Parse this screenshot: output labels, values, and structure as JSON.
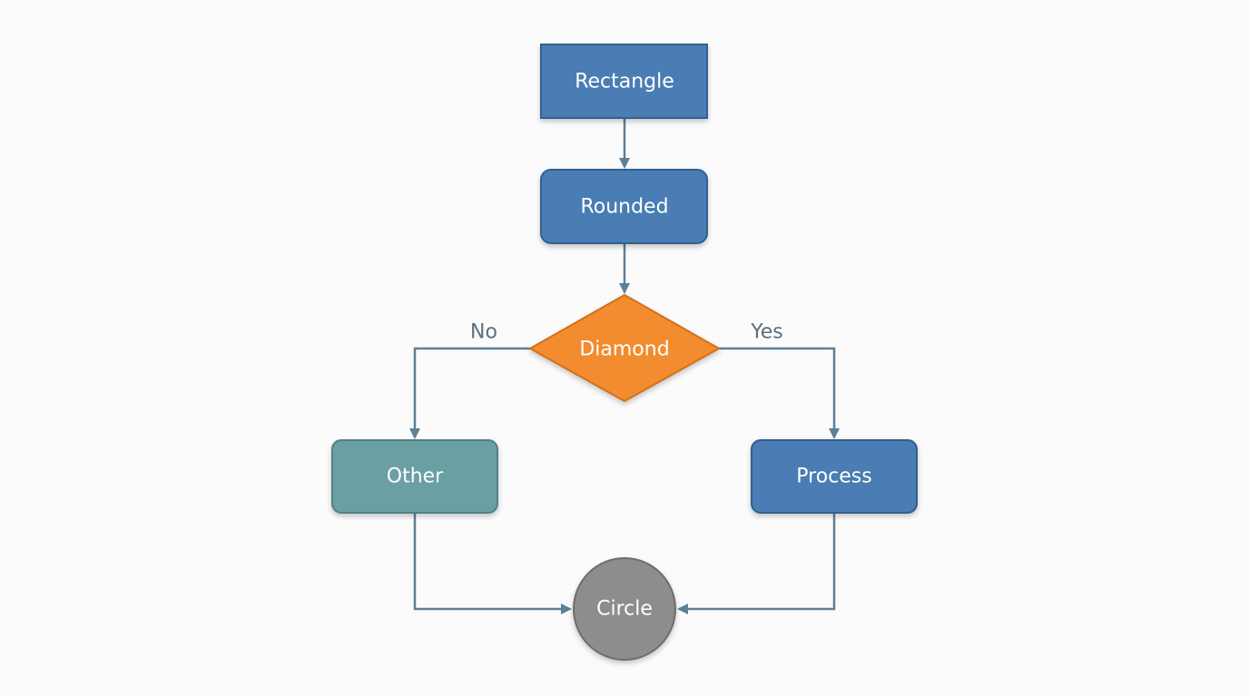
{
  "nodes": {
    "rectangle": {
      "label": "Rectangle"
    },
    "rounded": {
      "label": "Rounded"
    },
    "diamond": {
      "label": "Diamond"
    },
    "other": {
      "label": "Other"
    },
    "process": {
      "label": "Process"
    },
    "circle": {
      "label": "Circle"
    }
  },
  "edges": {
    "no_label": "No",
    "yes_label": "Yes"
  },
  "colors": {
    "blue_node": "#4a7db3",
    "orange_node": "#f28c2e",
    "teal_node": "#6a9fa3",
    "gray_node": "#8d8d8d",
    "edge": "#5d7f97",
    "edge_label": "#5b6f80"
  }
}
